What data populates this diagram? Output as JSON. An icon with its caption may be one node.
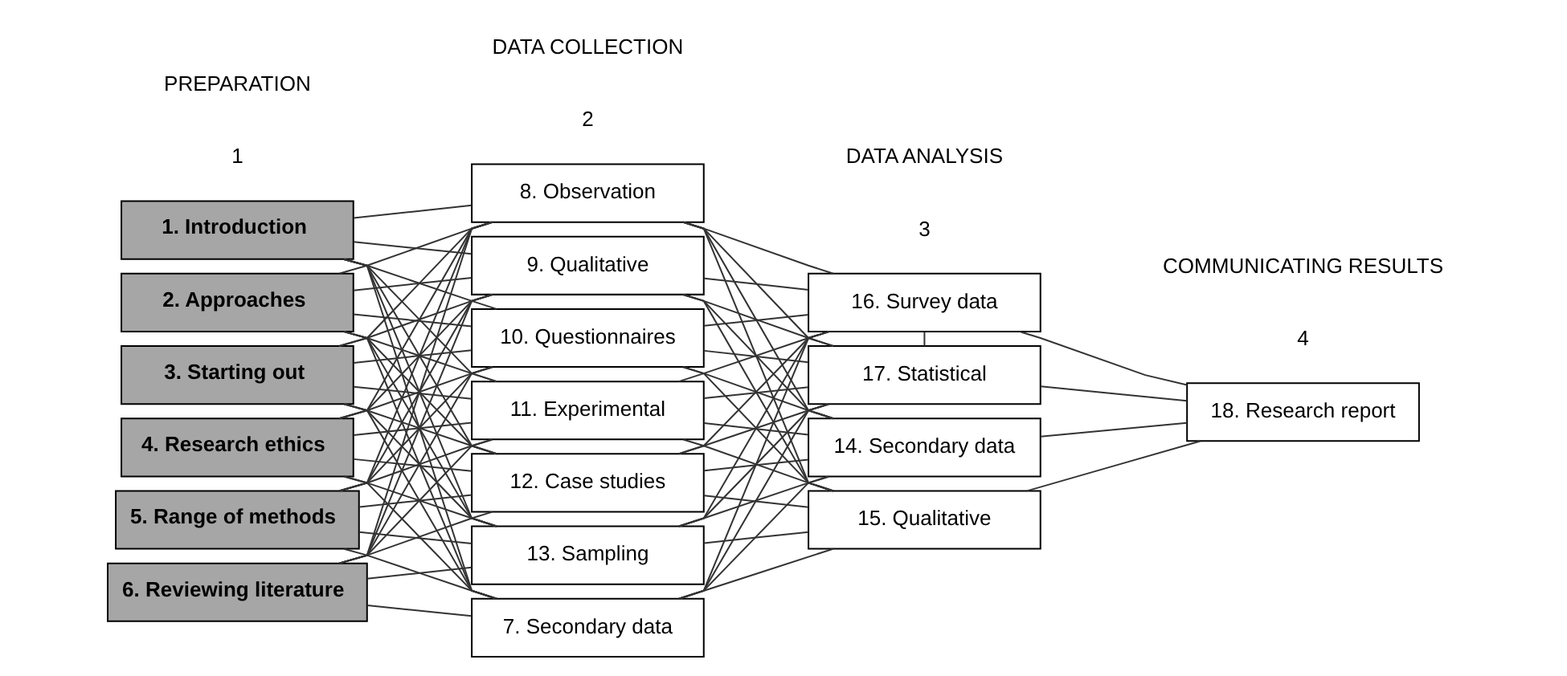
{
  "diagram": {
    "nodes": [
      {
        "text": [
          "1. Introduction"
        ]
      },
      {
        "text": [
          "2. Approaches"
        ]
      },
      {
        "text": [
          "3. Starting out"
        ]
      },
      {
        "text": [
          "4. Research ethics"
        ]
      },
      {
        "text": [
          "5. Range of methods"
        ]
      },
      {
        "text": [
          "6. Reviewing literature"
        ]
      },
      {
        "text": [
          "7. Secondary data"
        ]
      },
      {
        "text": [
          "8. Observation"
        ]
      },
      {
        "text": [
          "9. Qualitative"
        ]
      },
      {
        "text": [
          "10. Questionnaires"
        ]
      },
      {
        "text": [
          "11. Experimental"
        ]
      },
      {
        "text": [
          "12. Case studies"
        ]
      },
      {
        "text": [
          "13. Sampling"
        ]
      },
      {
        "text": [
          "14. Secondary data"
        ]
      },
      {
        "text": [
          "15. Qualitative"
        ]
      },
      {
        "text": [
          "16. Survey data"
        ]
      },
      {
        "text": [
          "17. Statistical"
        ]
      },
      {
        "text": [
          "18. Research report"
        ]
      }
    ],
    "edges": [
      {
        "from": 0,
        "to": 6,
        "arrow": "none"
      },
      {
        "from": 0,
        "to": 7,
        "arrow": "none"
      },
      {
        "from": 0,
        "to": 8,
        "arrow": "none"
      },
      {
        "from": 0,
        "to": 9,
        "arrow": "none"
      },
      {
        "from": 0,
        "to": 10,
        "arrow": "none"
      },
      {
        "from": 0,
        "to": 11,
        "arrow": "none"
      },
      {
        "from": 0,
        "to": 12,
        "arrow": "none"
      },
      {
        "from": 1,
        "to": 6,
        "arrow": "none"
      },
      {
        "from": 1,
        "to": 7,
        "arrow": "none"
      },
      {
        "from": 1,
        "to": 8,
        "arrow": "none"
      },
      {
        "from": 1,
        "to": 9,
        "arrow": "none"
      },
      {
        "from": 1,
        "to": 10,
        "arrow": "none"
      },
      {
        "from": 1,
        "to": 11,
        "arrow": "none"
      },
      {
        "from": 1,
        "to": 12,
        "arrow": "none"
      },
      {
        "from": 2,
        "to": 6,
        "arrow": "none"
      },
      {
        "from": 2,
        "to": 7,
        "arrow": "none"
      },
      {
        "from": 2,
        "to": 8,
        "arrow": "none"
      },
      {
        "from": 2,
        "to": 9,
        "arrow": "none"
      },
      {
        "from": 2,
        "to": 10,
        "arrow": "none"
      },
      {
        "from": 2,
        "to": 11,
        "arrow": "none"
      },
      {
        "from": 2,
        "to": 12,
        "arrow": "none"
      },
      {
        "from": 3,
        "to": 6,
        "arrow": "none"
      },
      {
        "from": 3,
        "to": 7,
        "arrow": "none"
      },
      {
        "from": 3,
        "to": 8,
        "arrow": "none"
      },
      {
        "from": 3,
        "to": 9,
        "arrow": "none"
      },
      {
        "from": 3,
        "to": 10,
        "arrow": "none"
      },
      {
        "from": 3,
        "to": 11,
        "arrow": "none"
      },
      {
        "from": 3,
        "to": 12,
        "arrow": "none"
      },
      {
        "from": 4,
        "to": 6,
        "arrow": "none"
      },
      {
        "from": 4,
        "to": 7,
        "arrow": "none"
      },
      {
        "from": 4,
        "to": 8,
        "arrow": "none"
      },
      {
        "from": 4,
        "to": 9,
        "arrow": "none"
      },
      {
        "from": 4,
        "to": 10,
        "arrow": "none"
      },
      {
        "from": 4,
        "to": 11,
        "arrow": "none"
      },
      {
        "from": 4,
        "to": 12,
        "arrow": "none"
      },
      {
        "from": 5,
        "to": 6,
        "arrow": "none"
      },
      {
        "from": 5,
        "to": 7,
        "arrow": "none"
      },
      {
        "from": 5,
        "to": 8,
        "arrow": "none"
      },
      {
        "from": 5,
        "to": 9,
        "arrow": "none"
      },
      {
        "from": 5,
        "to": 10,
        "arrow": "none"
      },
      {
        "from": 5,
        "to": 11,
        "arrow": "none"
      },
      {
        "from": 5,
        "to": 12,
        "arrow": "none"
      },
      {
        "from": 6,
        "to": 13,
        "arrow": "none"
      },
      {
        "from": 6,
        "to": 14,
        "arrow": "none"
      },
      {
        "from": 6,
        "to": 15,
        "arrow": "none"
      },
      {
        "from": 6,
        "to": 16,
        "arrow": "none"
      },
      {
        "from": 7,
        "to": 13,
        "arrow": "none"
      },
      {
        "from": 7,
        "to": 14,
        "arrow": "none"
      },
      {
        "from": 7,
        "to": 15,
        "arrow": "none"
      },
      {
        "from": 7,
        "to": 16,
        "arrow": "none"
      },
      {
        "from": 8,
        "to": 13,
        "arrow": "none"
      },
      {
        "from": 8,
        "to": 14,
        "arrow": "none"
      },
      {
        "from": 8,
        "to": 15,
        "arrow": "none"
      },
      {
        "from": 8,
        "to": 16,
        "arrow": "none"
      },
      {
        "from": 9,
        "to": 13,
        "arrow": "none"
      },
      {
        "from": 9,
        "to": 14,
        "arrow": "none"
      },
      {
        "from": 9,
        "to": 15,
        "arrow": "none"
      },
      {
        "from": 9,
        "to": 16,
        "arrow": "none"
      },
      {
        "from": 10,
        "to": 13,
        "arrow": "none"
      },
      {
        "from": 10,
        "to": 14,
        "arrow": "none"
      },
      {
        "from": 10,
        "to": 15,
        "arrow": "none"
      },
      {
        "from": 10,
        "to": 16,
        "arrow": "none"
      },
      {
        "from": 11,
        "to": 13,
        "arrow": "none"
      },
      {
        "from": 11,
        "to": 14,
        "arrow": "none"
      },
      {
        "from": 11,
        "to": 15,
        "arrow": "none"
      },
      {
        "from": 11,
        "to": 16,
        "arrow": "none"
      },
      {
        "from": 12,
        "to": 13,
        "arrow": "none"
      },
      {
        "from": 12,
        "to": 14,
        "arrow": "none"
      },
      {
        "from": 12,
        "to": 15,
        "arrow": "none"
      },
      {
        "from": 12,
        "to": 16,
        "arrow": "none"
      },
      {
        "from": 15,
        "to": 16,
        "arrow": "none"
      },
      {
        "from": 13,
        "to": 17,
        "arrow": "none"
      },
      {
        "from": 14,
        "to": 17,
        "arrow": "none"
      },
      {
        "from": 15,
        "to": 17,
        "arrow": "none"
      },
      {
        "from": 16,
        "to": 17,
        "arrow": "none"
      }
    ],
    "labels": [
      "1",
      "PREPARATION",
      "2",
      "DATA COLLECTION",
      "3",
      "DATA ANALYSIS",
      "4",
      "COMMUNICATING RESULTS"
    ]
  }
}
